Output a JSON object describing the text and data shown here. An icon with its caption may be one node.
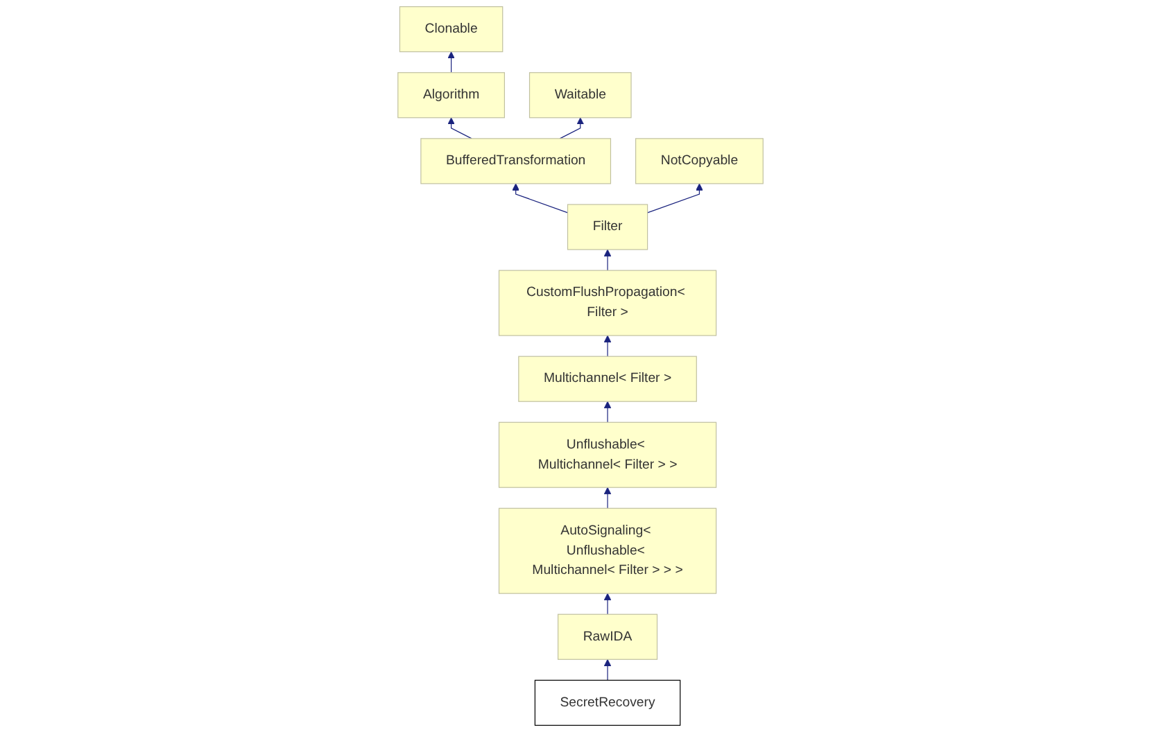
{
  "diagram": {
    "nodes": [
      {
        "text": [
          "Clonable"
        ]
      },
      {
        "text": [
          "Algorithm"
        ]
      },
      {
        "text": [
          "Waitable"
        ]
      },
      {
        "text": [
          "BufferedTransformation"
        ]
      },
      {
        "text": [
          "NotCopyable"
        ]
      },
      {
        "text": [
          "Filter"
        ]
      },
      {
        "text": [
          "CustomFlushPropagation< Filter >"
        ]
      },
      {
        "text": [
          "Multichannel< Filter >"
        ]
      },
      {
        "text": [
          "Unflushable< Multichannel< Filter > >"
        ]
      },
      {
        "text": [
          "AutoSignaling< Unflushable< Multichannel< Filter > > >"
        ]
      },
      {
        "text": [
          "RawIDA"
        ]
      },
      {
        "text": [
          "SecretRecovery"
        ]
      }
    ],
    "edges": [
      {
        "from": 1,
        "to": 0,
        "arrow": "to"
      },
      {
        "from": 3,
        "to": 1,
        "arrow": "to"
      },
      {
        "from": 3,
        "to": 2,
        "arrow": "to"
      },
      {
        "from": 5,
        "to": 3,
        "arrow": "to"
      },
      {
        "from": 5,
        "to": 4,
        "arrow": "to"
      },
      {
        "from": 6,
        "to": 5,
        "arrow": "to"
      },
      {
        "from": 7,
        "to": 6,
        "arrow": "to"
      },
      {
        "from": 8,
        "to": 7,
        "arrow": "to"
      },
      {
        "from": 9,
        "to": 8,
        "arrow": "to"
      },
      {
        "from": 10,
        "to": 9,
        "arrow": "to"
      },
      {
        "from": 11,
        "to": 10,
        "arrow": "to"
      }
    ]
  }
}
